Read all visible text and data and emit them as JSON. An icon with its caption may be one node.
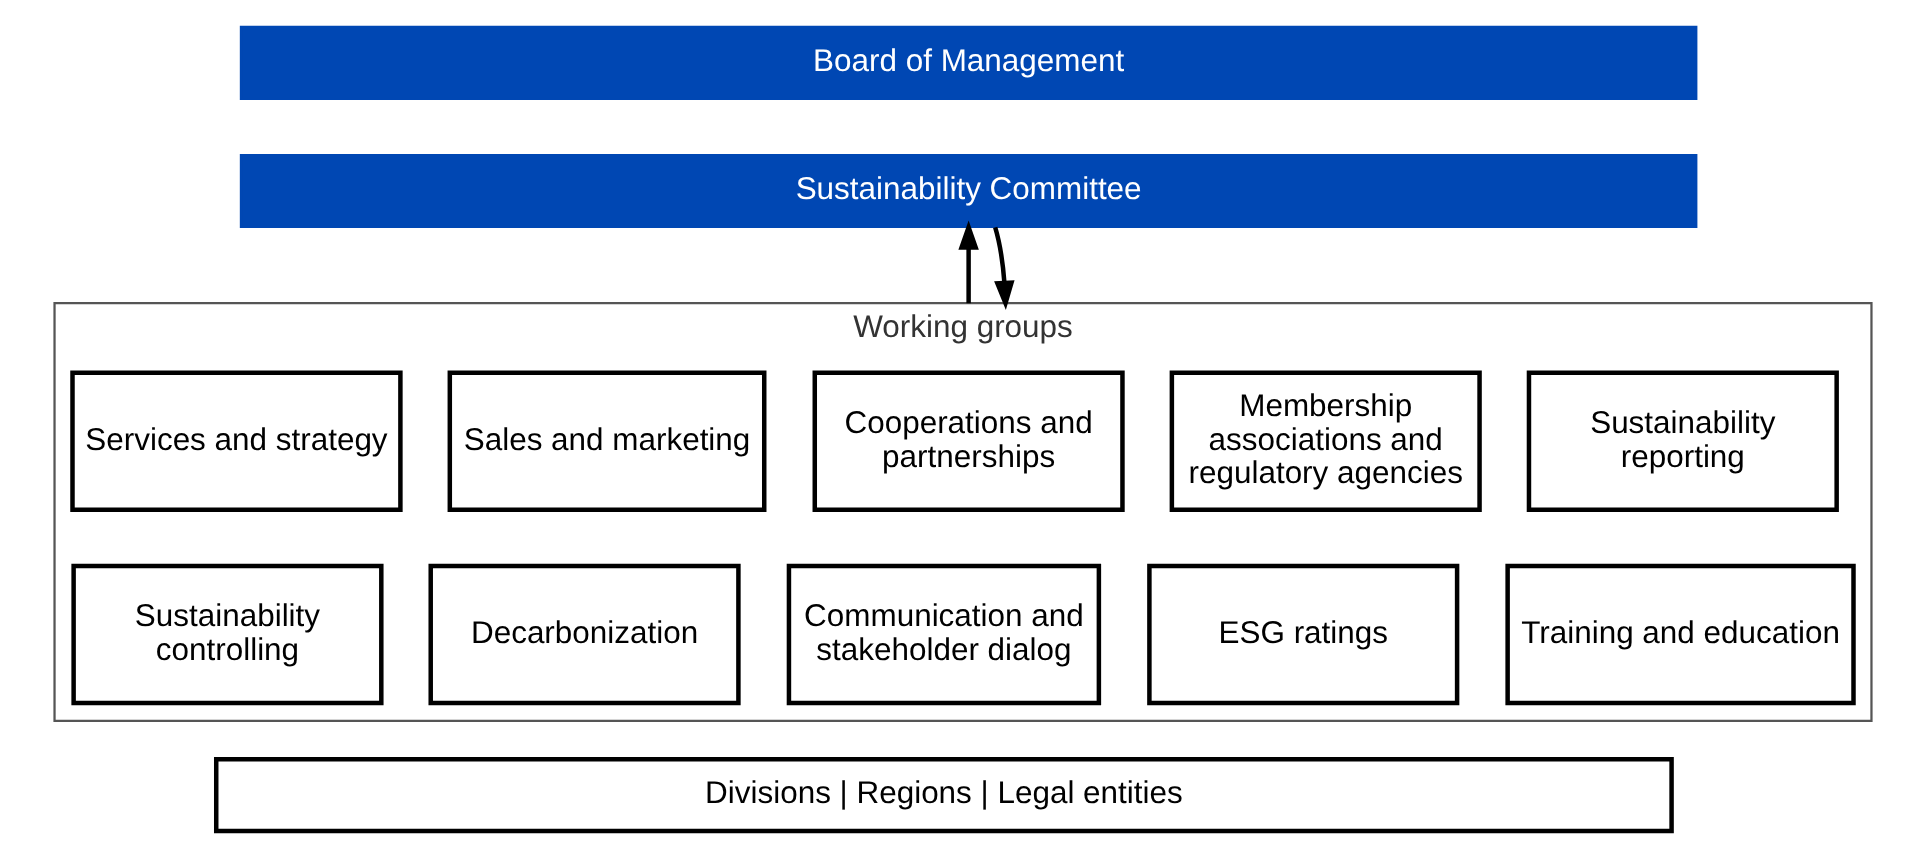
{
  "diagram": {
    "nodes": [
      {
        "text": [
          "Board of Management"
        ]
      },
      {
        "text": [
          "Sustainability Committee"
        ]
      },
      {
        "text": [
          "Working groups"
        ]
      },
      {
        "text": [
          "Services and strategy"
        ],
        "in": 2
      },
      {
        "text": [
          "Sales and marketing"
        ],
        "in": 2
      },
      {
        "text": [
          "Cooperations and partnerships"
        ],
        "in": 2
      },
      {
        "text": [
          "Membership associations and regulatory agencies"
        ],
        "in": 2
      },
      {
        "text": [
          "Sustainability reporting"
        ],
        "in": 2
      },
      {
        "text": [
          "Sustainability controlling"
        ],
        "in": 2
      },
      {
        "text": [
          "Decarbonization"
        ],
        "in": 2
      },
      {
        "text": [
          "Communication and stakeholder dialog"
        ],
        "in": 2
      },
      {
        "text": [
          "ESG ratings"
        ],
        "in": 2
      },
      {
        "text": [
          "Training and education"
        ],
        "in": 2
      },
      {
        "text": [
          "Divisions | Regions | Legal entities"
        ]
      }
    ],
    "edges": [
      {
        "from": 2,
        "to": 1,
        "arrow": "to"
      },
      {
        "from": 1,
        "to": 2,
        "arrow": "to"
      }
    ]
  }
}
